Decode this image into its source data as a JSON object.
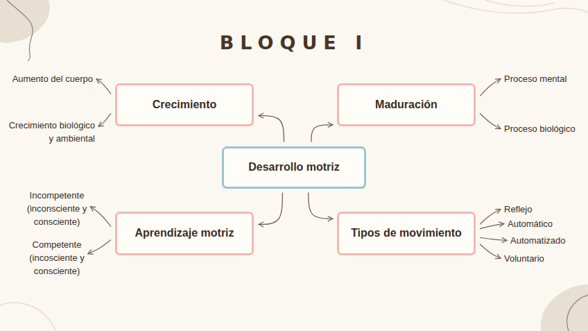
{
  "diagram": {
    "title": "BLOQUE I",
    "nodes": [
      {
        "text": [
          "Crecimiento"
        ]
      },
      {
        "text": [
          "Maduración"
        ]
      },
      {
        "text": [
          "Desarrollo motriz"
        ]
      },
      {
        "text": [
          "Aprendizaje motriz"
        ]
      },
      {
        "text": [
          "Tipos de movimiento"
        ]
      }
    ],
    "edges": [
      {
        "from": 2,
        "to": 0,
        "arrow": "to"
      },
      {
        "from": 2,
        "to": 1,
        "arrow": "to"
      },
      {
        "from": 2,
        "to": 3,
        "arrow": "to"
      },
      {
        "from": 2,
        "to": 4,
        "arrow": "to"
      }
    ],
    "labels": [
      "Aumento del cuerpo",
      "Crecimiento biológico y ambiental",
      "Proceso mental",
      "Proceso biológico",
      "Incompetente (inconsciente y consciente)",
      "Competente (incosciente y consciente)",
      "Reflejo",
      "Automático",
      "Automatizado",
      "Voluntario"
    ]
  }
}
